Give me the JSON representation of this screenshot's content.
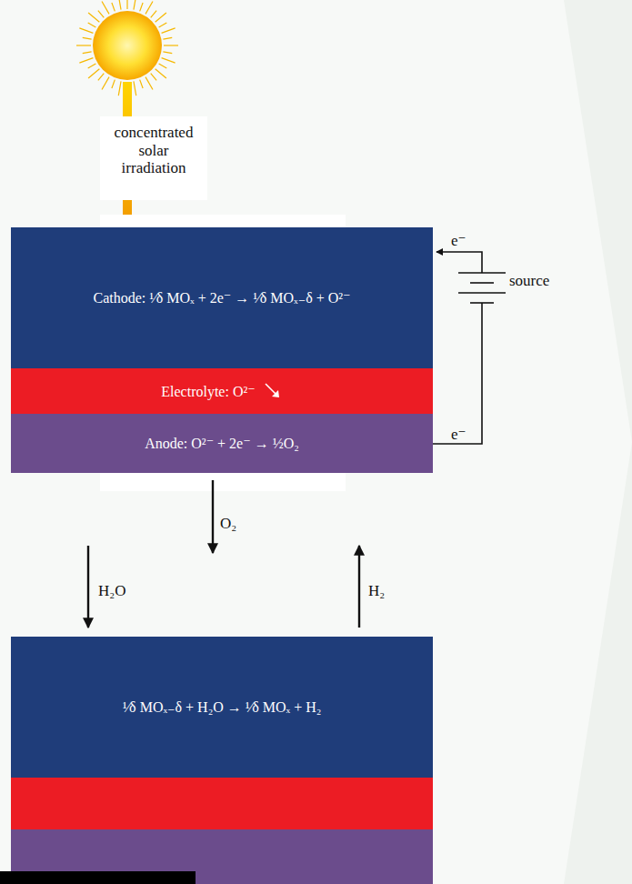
{
  "diagram": {
    "nodes": [
      {
        "text": [
          "Cathode: ¹⁄δ MOₓ + 2e⁻ → ¹⁄δ MOₓ₋δ + O²⁻"
        ]
      },
      {
        "text": [
          "Electrolyte: O²⁻"
        ]
      },
      {
        "text": [
          "Anode: O²⁻ + 2e⁻ → ½O₂"
        ]
      },
      {
        "text": [
          "¹⁄δ MOₓ₋δ + H₂O → ¹⁄δ MOₓ + H₂"
        ]
      }
    ],
    "labels": [
      "concentrated solar irradiation",
      "e⁻",
      "e⁻",
      "source",
      "O₂",
      "H₂O",
      "H₂"
    ]
  }
}
